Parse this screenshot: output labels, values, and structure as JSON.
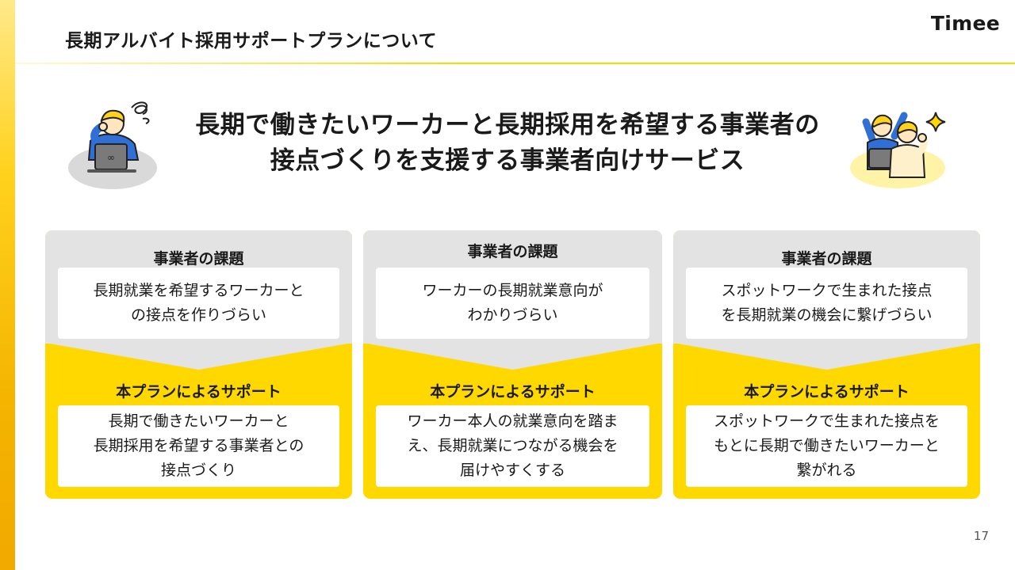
{
  "page": {
    "title": "長期アルバイト採用サポートプランについて",
    "brand": "Timee",
    "page_number": "17"
  },
  "headline": {
    "line1": "長期で働きたいワーカーと長期採用を希望する事業者の",
    "line2": "接点づくりを支援する事業者向けサービス"
  },
  "cards": [
    {
      "issue_label": "事業者の課題",
      "issue_text": "長期就業を希望するワーカーと\nの接点を作りづらい",
      "support_label": "本プランによるサポート",
      "support_text": "長期で働きたいワーカーと\n長期採用を希望する事業者との\n接点づくり"
    },
    {
      "issue_label": "事業者の課題",
      "issue_text": "ワーカーの長期就業意向が\nわかりづらい",
      "support_label": "本プランによるサポート",
      "support_text": "ワーカー本人の就業意向を踏ま\nえ、長期就業につながる機会を\n届けやすくする"
    },
    {
      "issue_label": "事業者の課題",
      "issue_text": "スポットワークで生まれた接点\nを長期就業の機会に繋げづらい",
      "support_label": "本プランによるサポート",
      "support_text": "スポットワークで生まれた接点を\nもとに長期で働きたいワーカーと\n繋がれる"
    }
  ],
  "colors": {
    "accent": "#ffd800",
    "issue_bg": "#e3e3e3",
    "worker_blue": "#2f6fd6",
    "text": "#1a1a1a"
  },
  "icons": {
    "left_illustration": "worried-worker-with-laptop-illustration",
    "right_illustration": "cheering-workers-illustration",
    "sparkle": "sparkle-icon"
  }
}
